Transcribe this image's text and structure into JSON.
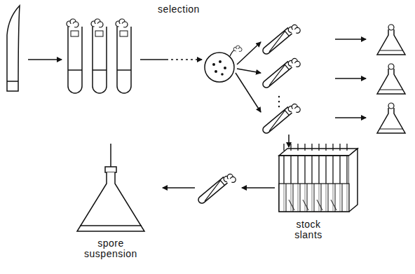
{
  "diagram": {
    "labels": [
      "selection",
      "stock slants",
      "spore suspension"
    ]
  }
}
